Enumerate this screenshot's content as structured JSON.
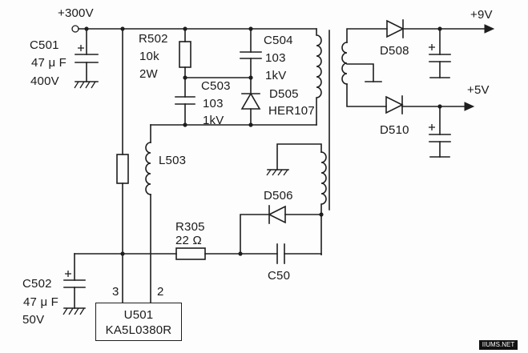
{
  "supply": {
    "v300": "+300V",
    "v9": "+9V",
    "v5": "+5V"
  },
  "c501": {
    "ref": "C501",
    "value": "47 μ F",
    "voltage": "400V"
  },
  "r502": {
    "ref": "R502",
    "value": "10k",
    "power": "2W"
  },
  "c504": {
    "ref": "C504",
    "value": "103",
    "voltage": "1kV"
  },
  "c503": {
    "ref": "C503",
    "value": "103",
    "voltage": "1kV"
  },
  "d505": {
    "ref": "D505",
    "part": "HER107"
  },
  "l503": {
    "ref": "L503"
  },
  "d506": {
    "ref": "D506"
  },
  "r305": {
    "ref": "R305",
    "value": "22 Ω"
  },
  "c50": {
    "ref": "C50"
  },
  "c502": {
    "ref": "C502",
    "value": "47 μ F",
    "voltage": "50V"
  },
  "u501": {
    "ref": "U501",
    "part": "KA5L0380R",
    "pin3": "3",
    "pin2": "2"
  },
  "d508": {
    "ref": "D508"
  },
  "d510": {
    "ref": "D510"
  },
  "watermark": "IIUMS.NET"
}
